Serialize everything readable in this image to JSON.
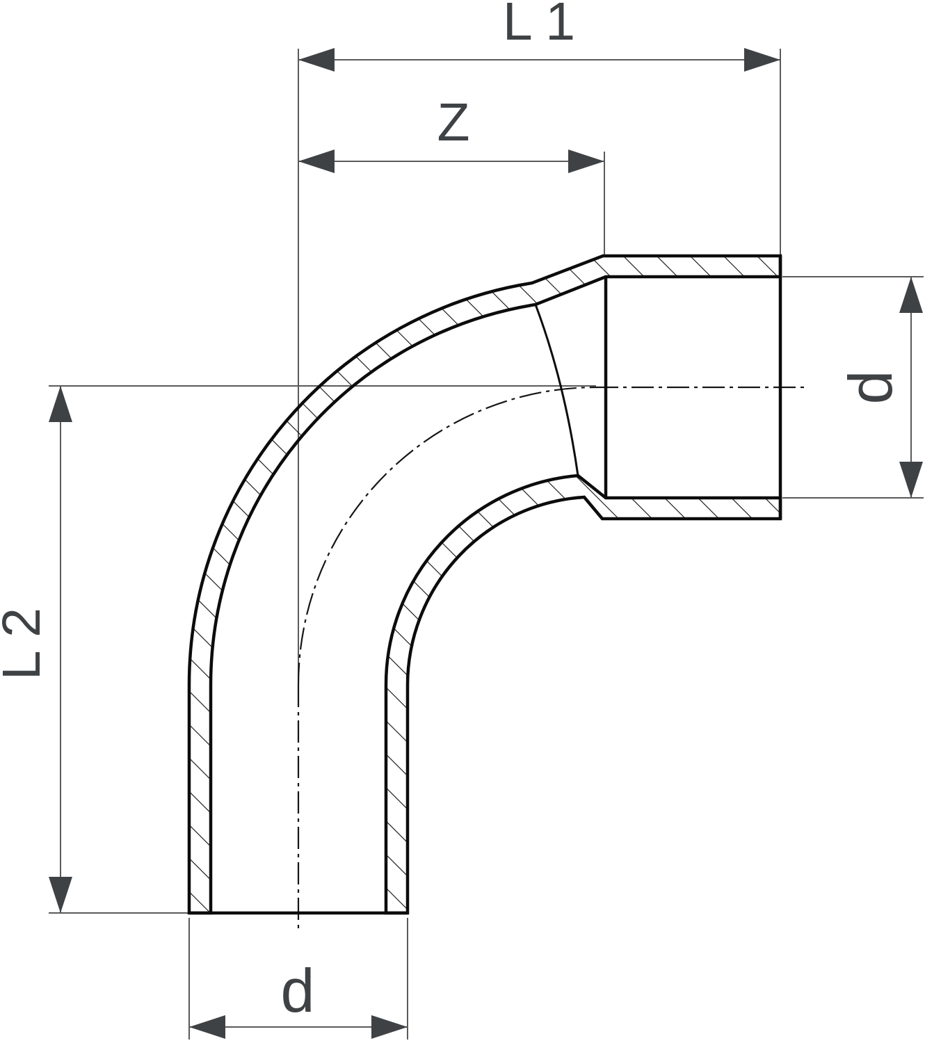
{
  "drawing": {
    "kind": "90-degree elbow pipe fitting, sectional technical drawing",
    "labels": {
      "l1": "L 1",
      "z": "Z",
      "l2": "L 2",
      "d_socket": "d",
      "d_spigot": "d"
    },
    "colors": {
      "background": "#ffffff",
      "outline": "#0c0c0c",
      "dimension_line": "#5a5a5a",
      "text_and_arrows": "#3f4245"
    }
  }
}
